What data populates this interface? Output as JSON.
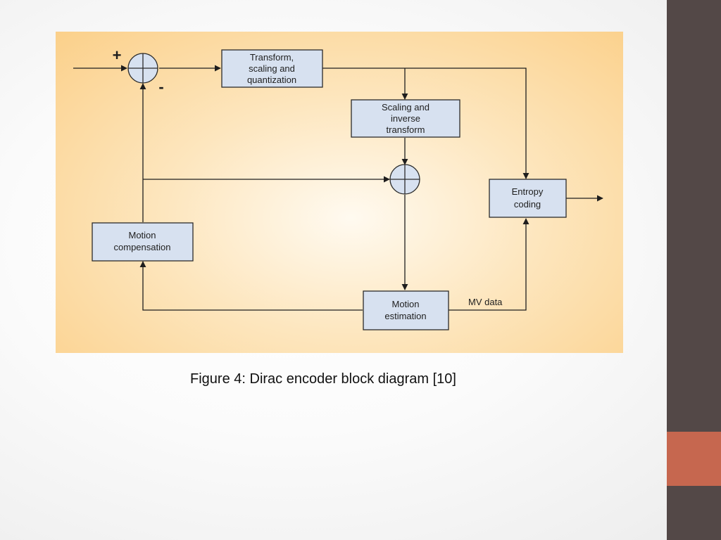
{
  "diagram": {
    "input_sign_plus": "+",
    "input_sign_minus": "-",
    "blocks": {
      "transform_quant": [
        "Transform,",
        "scaling and",
        "quantization"
      ],
      "scaling_inverse": [
        "Scaling and",
        "inverse",
        "transform"
      ],
      "entropy_coding": [
        "Entropy",
        "coding"
      ],
      "motion_compensation": [
        "Motion",
        "compensation"
      ],
      "motion_estimation": [
        "Motion",
        "estimation"
      ]
    },
    "edge_labels": {
      "mv_data": "MV data"
    }
  },
  "caption": "Figure 4: Dirac encoder block diagram [10]",
  "colors": {
    "block_fill": "#d7e1f0",
    "panel_background": "#fbd08a",
    "sidebar": "#534847",
    "sidebar_accent": "#c6674f"
  }
}
